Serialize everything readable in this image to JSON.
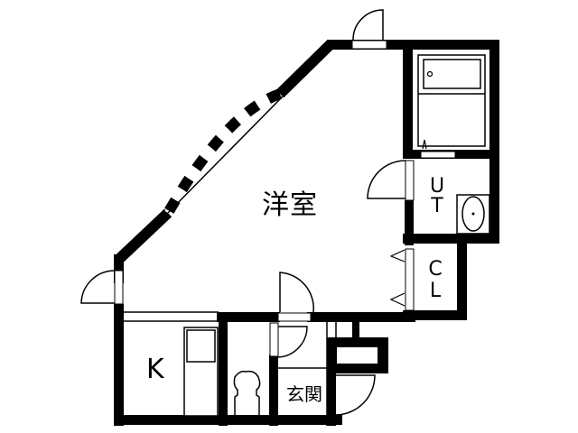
{
  "floor_plan": {
    "rooms": [
      {
        "id": "western_room",
        "label": "洋室"
      },
      {
        "id": "utility",
        "label_lines": [
          "U",
          "T"
        ]
      },
      {
        "id": "closet",
        "label_lines": [
          "C",
          "L"
        ]
      },
      {
        "id": "kitchen",
        "label": "K"
      },
      {
        "id": "entrance",
        "label": "玄関"
      }
    ],
    "colors": {
      "wall": "#000000",
      "background": "#ffffff"
    }
  }
}
